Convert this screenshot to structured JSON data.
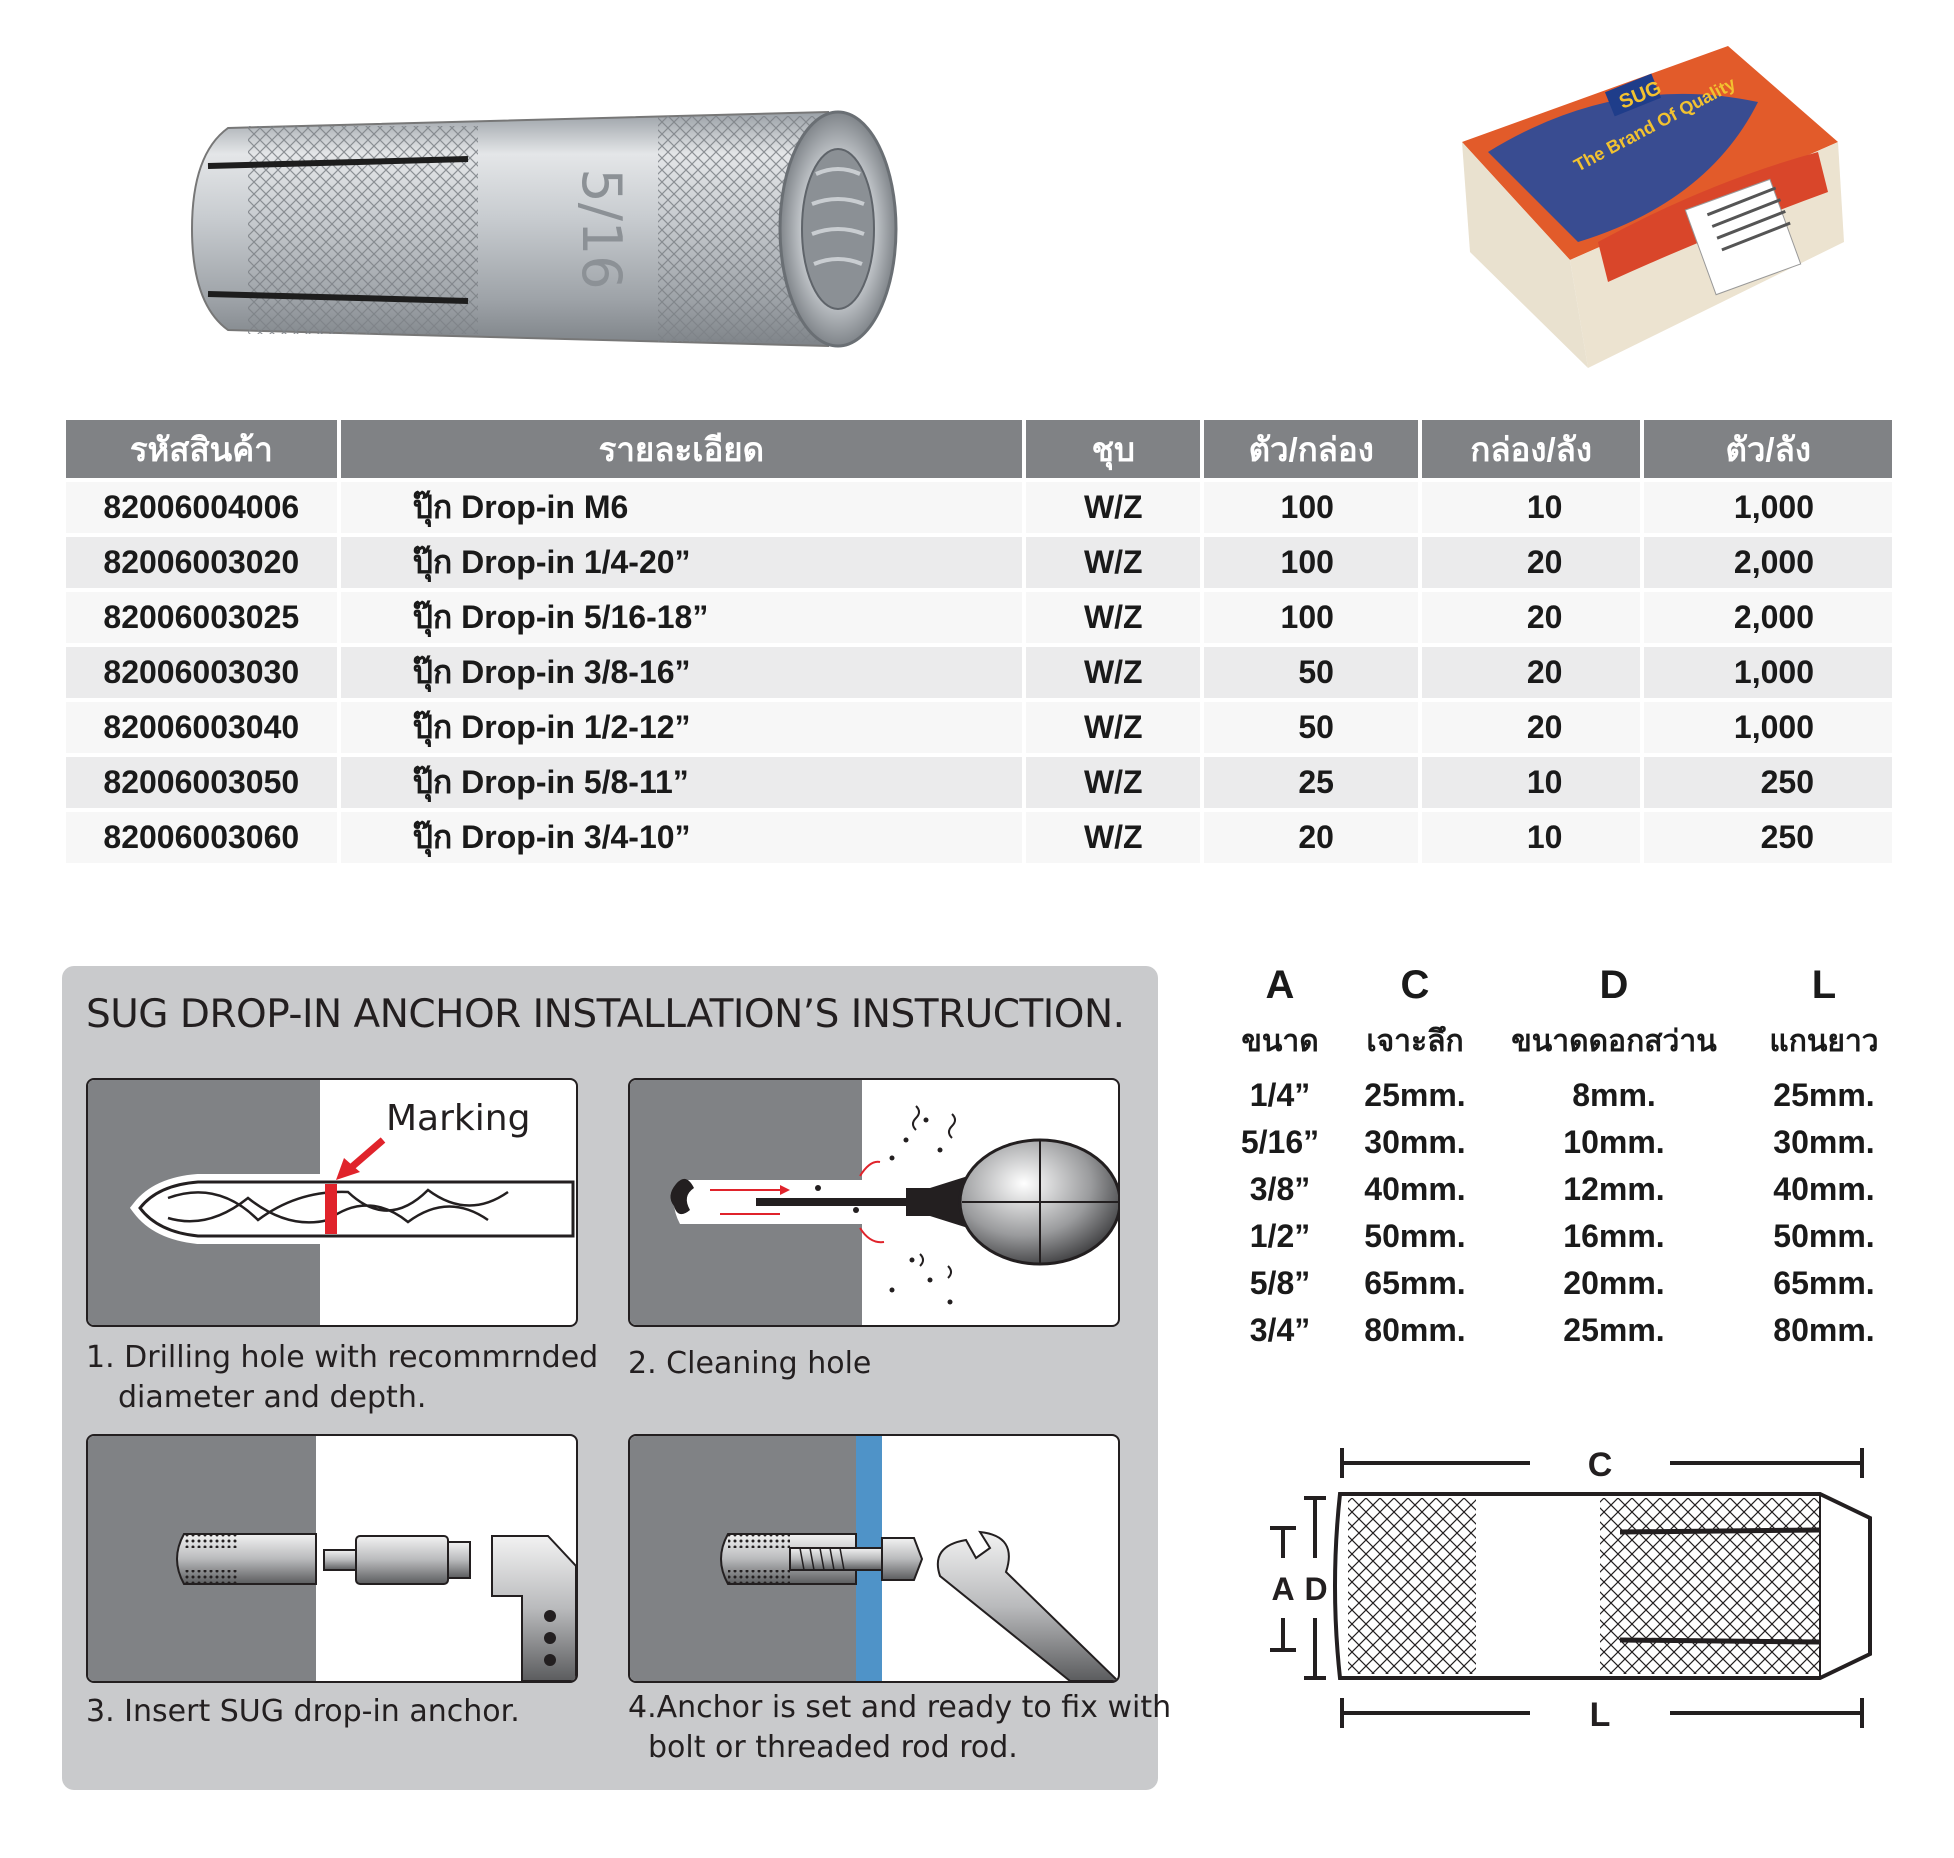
{
  "product_images": {
    "anchor_marking": "5/16",
    "box_brand": "SUG",
    "box_slogan": "The Brand Of Quality"
  },
  "table": {
    "headers": [
      "รหัสสินค้า",
      "รายละเอียด",
      "ชุบ",
      "ตัว/กล่อง",
      "กล่อง/ลัง",
      "ตัว/ลัง"
    ],
    "rows": [
      {
        "code": "82006004006",
        "desc": "ปุ๊ก Drop-in M6",
        "plating": "W/Z",
        "per_box": "100",
        "box_per_case": "10",
        "per_case": "1,000"
      },
      {
        "code": "82006003020",
        "desc": "ปุ๊ก Drop-in 1/4-20”",
        "plating": "W/Z",
        "per_box": "100",
        "box_per_case": "20",
        "per_case": "2,000"
      },
      {
        "code": "82006003025",
        "desc": "ปุ๊ก Drop-in 5/16-18”",
        "plating": "W/Z",
        "per_box": "100",
        "box_per_case": "20",
        "per_case": "2,000"
      },
      {
        "code": "82006003030",
        "desc": "ปุ๊ก Drop-in 3/8-16”",
        "plating": "W/Z",
        "per_box": "50",
        "box_per_case": "20",
        "per_case": "1,000"
      },
      {
        "code": "82006003040",
        "desc": "ปุ๊ก Drop-in 1/2-12”",
        "plating": "W/Z",
        "per_box": "50",
        "box_per_case": "20",
        "per_case": "1,000"
      },
      {
        "code": "82006003050",
        "desc": "ปุ๊ก Drop-in 5/8-11”",
        "plating": "W/Z",
        "per_box": "25",
        "box_per_case": "10",
        "per_case": "250"
      },
      {
        "code": "82006003060",
        "desc": "ปุ๊ก Drop-in 3/4-10”",
        "plating": "W/Z",
        "per_box": "20",
        "box_per_case": "10",
        "per_case": "250"
      }
    ]
  },
  "instructions": {
    "title": "SUG DROP-IN ANCHOR INSTALLATION’S INSTRUCTION.",
    "marking_label": "Marking",
    "step1_line1": "1. Drilling hole with recommrnded",
    "step1_line2": "diameter and depth.",
    "step2": "2. Cleaning hole",
    "step3": "3. Insert SUG drop-in anchor.",
    "step4_line1": "4.Anchor is set and ready to fix with",
    "step4_line2": "bolt or threaded rod rod."
  },
  "spec": {
    "letters": [
      "A",
      "C",
      "D",
      "L"
    ],
    "labels": [
      "ขนาด",
      "เจาะลึก",
      "ขนาดดอกสว่าน",
      "แกนยาว"
    ],
    "rows": [
      [
        "1/4”",
        "25mm.",
        "8mm.",
        "25mm."
      ],
      [
        "5/16”",
        "30mm.",
        "10mm.",
        "30mm."
      ],
      [
        "3/8”",
        "40mm.",
        "12mm.",
        "40mm."
      ],
      [
        "1/2”",
        "50mm.",
        "16mm.",
        "50mm."
      ],
      [
        "5/8”",
        "65mm.",
        "20mm.",
        "65mm."
      ],
      [
        "3/4”",
        "80mm.",
        "25mm.",
        "80mm."
      ]
    ]
  },
  "dimension_diagram": {
    "top_label": "C",
    "bottom_label": "L",
    "left_label_a": "A",
    "left_label_d": "D"
  }
}
